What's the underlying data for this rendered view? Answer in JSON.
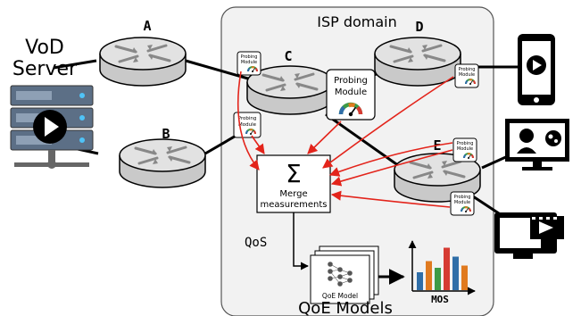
{
  "isp_domain": {
    "label": "ISP domain"
  },
  "vod_server": {
    "line1": "VoD",
    "line2": "Server"
  },
  "routers": {
    "a": "A",
    "b": "B",
    "c": "C",
    "d": "D",
    "e": "E"
  },
  "probing_module": {
    "line1": "Probing",
    "line2": "Module"
  },
  "merge": {
    "symbol": "Σ",
    "line1": "Merge",
    "line2": "measurements"
  },
  "qos_label": "QoS",
  "qoe_model_label": "QoE Model",
  "qoe_models_label": "QoE Models",
  "mos_label": "MOS",
  "mos_bars": [
    {
      "value": 0.4,
      "color": "#2f6ea8"
    },
    {
      "value": 0.65,
      "color": "#e07a1f"
    },
    {
      "value": 0.5,
      "color": "#3d9b46"
    },
    {
      "value": 0.95,
      "color": "#d63b33"
    },
    {
      "value": 0.75,
      "color": "#2f6ea8"
    },
    {
      "value": 0.55,
      "color": "#e07a1f"
    }
  ],
  "colors": {
    "arrow": "#e3241b",
    "domain_bg": "#f2f2f2",
    "router": "#d6d6d6"
  }
}
